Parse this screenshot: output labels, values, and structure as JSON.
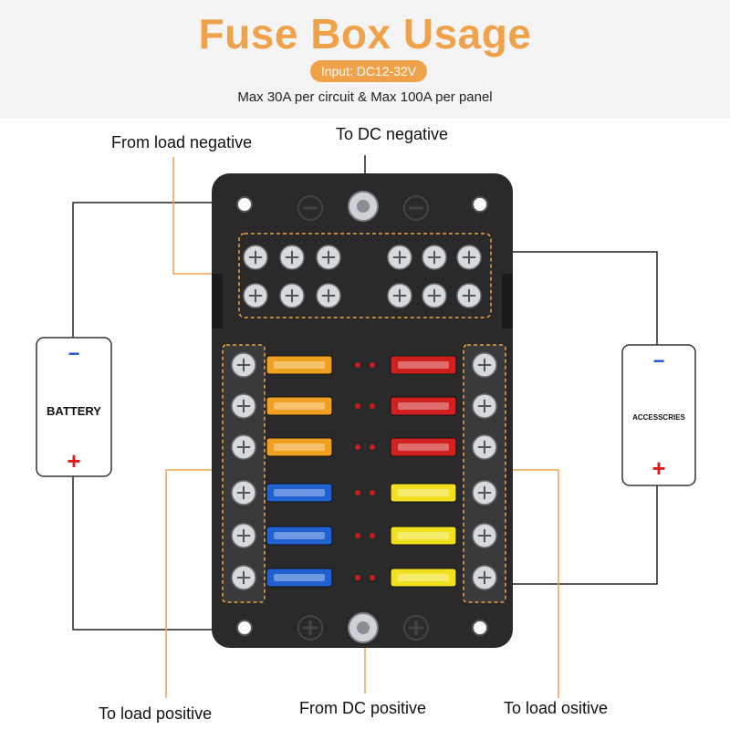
{
  "header": {
    "title": "Fuse Box Usage",
    "input_badge": "Input: DC12-32V",
    "subtitle": "Max 30A per circuit & Max 100A per panel"
  },
  "labels": {
    "from_load_negative": "From load negative",
    "to_dc_negative": "To DC negative",
    "to_load_positive": "To load positive",
    "from_dc_positive": "From DC positive",
    "to_load_ositive": "To load ositive"
  },
  "battery": {
    "name": "BATTERY",
    "minus": "−",
    "plus": "+"
  },
  "accessories": {
    "name": "ACCESSCRIES",
    "minus": "−",
    "plus": "+"
  },
  "fuses": {
    "left": [
      "#f0a020",
      "#f0a020",
      "#f0a020",
      "#2060d0",
      "#2060d0",
      "#2060d0"
    ],
    "right": [
      "#d02020",
      "#d02020",
      "#d02020",
      "#f0e020",
      "#f0e020",
      "#f0e020"
    ]
  },
  "colors": {
    "accent": "#f0a24a",
    "wire": "#222222",
    "body": "#2a2a2a",
    "minus_sign": "#1f4ed8",
    "plus_sign": "#e21b1b"
  }
}
